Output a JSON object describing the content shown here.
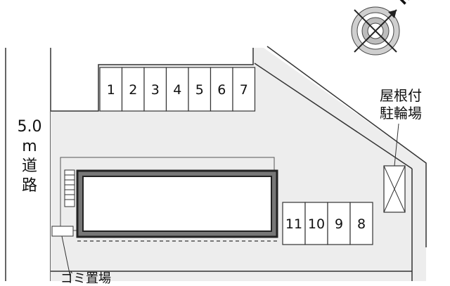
{
  "north_label": "N",
  "road": {
    "lines": [
      "5.0",
      "m",
      "道",
      "路"
    ]
  },
  "bicycle_parking": {
    "label_lines": [
      "屋根付",
      "駐輪場"
    ]
  },
  "garbage": {
    "label": "ゴミ置場"
  },
  "parking_top": [
    "1",
    "2",
    "3",
    "4",
    "5",
    "6",
    "7"
  ],
  "parking_bottom": [
    "11",
    "10",
    "9",
    "8"
  ],
  "colors": {
    "lot": "#ededed",
    "line": "#333333",
    "building_border": "#777777",
    "building_inner": "#222222"
  }
}
